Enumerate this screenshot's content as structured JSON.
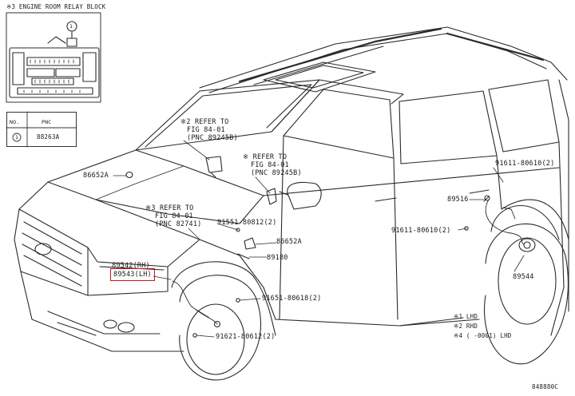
{
  "inset": {
    "title": "※3 ENGINE ROOM RELAY BLOCK",
    "callout": "1",
    "table_headers": [
      "NO.",
      "PNC"
    ],
    "table_row": {
      "no": "1",
      "pnc": "88263A"
    }
  },
  "labels": {
    "refer_2": [
      "※2 REFER TO",
      "FIG 84-01",
      "(PNC 89245B)"
    ],
    "refer_1": [
      "※ REFER TO",
      "FIG 84-01",
      "(PNC 89245B)"
    ],
    "refer_3": [
      "※3 REFER TO",
      "FIG 84-01",
      "(PNC 82741)"
    ],
    "p86652a_left": "86652A",
    "p86652a_right": "86652A",
    "p91551": "91551-80812(2)",
    "p89180": "89180",
    "p89542": "89542(RH)",
    "p89543": "89543(LH)",
    "p91651": "91651-80618(2)",
    "p91621": "91621-80612(2)",
    "p91611_top": "91611-80610(2)",
    "p89516": "89516",
    "p91611_mid": "91611-80610(2)",
    "p89544": "89544"
  },
  "notes": [
    "※1 LHD",
    "※2 RHD",
    "※4 ( -0001) LHD"
  ],
  "figure_id": "848880C"
}
